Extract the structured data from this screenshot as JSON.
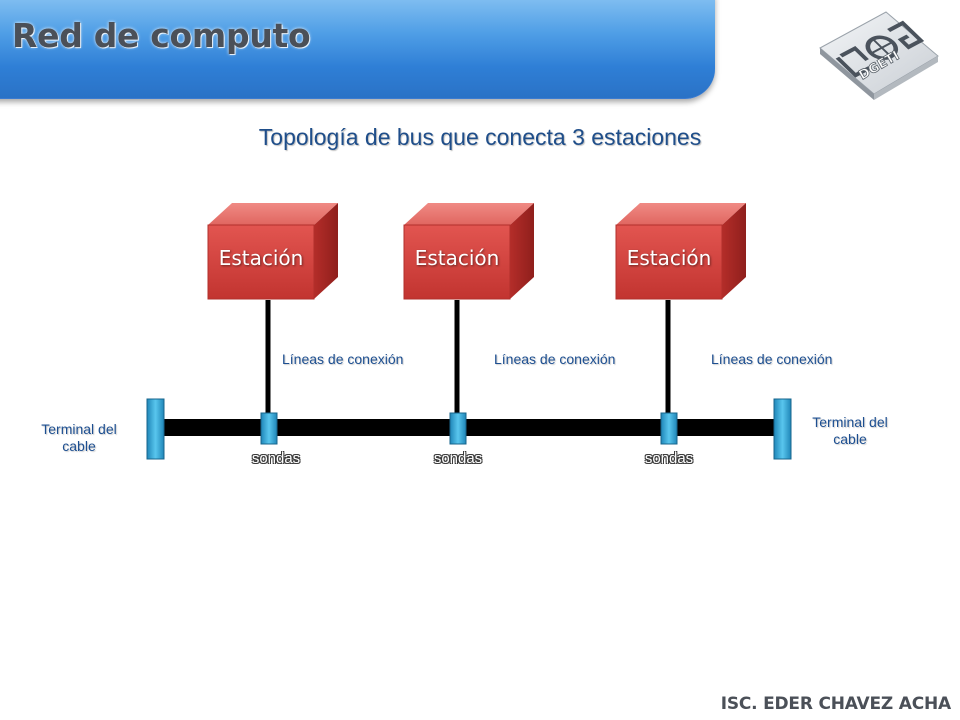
{
  "slide": {
    "title": "Red de computo",
    "subtitle": "Topología de bus que conecta 3 estaciones",
    "author": "ISC. EDER CHAVEZ ACHA"
  },
  "logo": {
    "icon": "institution-logo",
    "text": "DGETI"
  },
  "diagram": {
    "stations": [
      {
        "label": "Estación"
      },
      {
        "label": "Estación"
      },
      {
        "label": "Estación"
      }
    ],
    "connection_labels": [
      "Líneas de conexión",
      "Líneas de conexión",
      "Líneas de conexión"
    ],
    "probe_labels": [
      "sondas",
      "sondas",
      "sondas"
    ],
    "terminals": [
      {
        "label": "Terminal del cable"
      },
      {
        "label": "Terminal del cable"
      }
    ]
  },
  "colors": {
    "banner": "#3a86dc",
    "station_front": "#d8403b",
    "station_top": "#e8706b",
    "station_side": "#a82825",
    "bus": "#000000",
    "terminal": "#2a9fd0",
    "label_blue": "#1d4f91"
  }
}
